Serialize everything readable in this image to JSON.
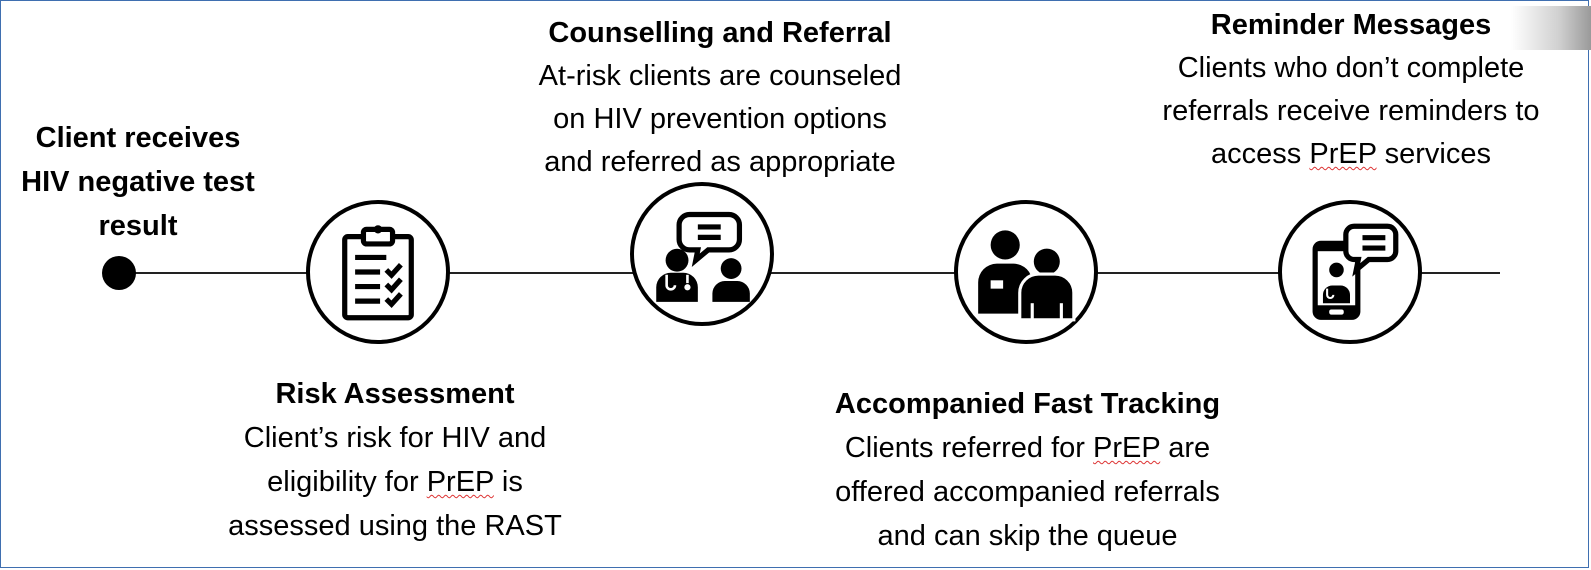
{
  "start": {
    "label_line1": "Client receives",
    "label_line2": "HIV negative test",
    "label_line3": "result"
  },
  "steps": [
    {
      "title": "Risk Assessment",
      "line1": "Client’s risk for HIV and",
      "line2a": "eligibility for ",
      "line2b": "PrEP",
      "line2c": " is",
      "line3": "assessed using the RAST",
      "icon": "checklist-clipboard-icon"
    },
    {
      "title": "Counselling and Referral",
      "line1": "At-risk clients are counseled",
      "line2": "on HIV prevention options",
      "line3": "and referred as appropriate",
      "icon": "counselling-conversation-icon"
    },
    {
      "title": "Accompanied Fast Tracking",
      "line1a": "Clients referred for ",
      "line1b": "PrEP",
      "line1c": " are",
      "line2": "offered accompanied referrals",
      "line3": "and can skip the queue",
      "icon": "people-accompanied-icon"
    },
    {
      "title": "Reminder Messages",
      "line1": "Clients who don’t complete",
      "line2": "referrals receive reminders to",
      "line3a": "access ",
      "line3b": "PrEP",
      "line3c": " services",
      "icon": "phone-message-icon"
    }
  ],
  "colors": {
    "line": "#222222",
    "border": "#3f6fb0",
    "spellcheck": "#dd3333"
  }
}
